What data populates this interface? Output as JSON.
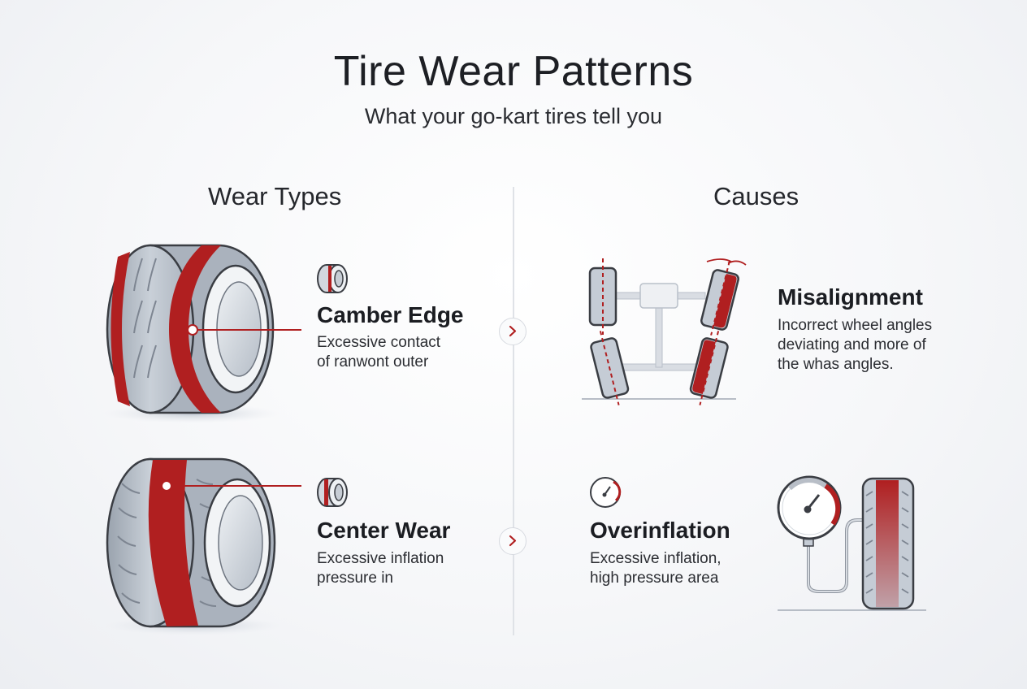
{
  "header": {
    "title": "Tire Wear Patterns",
    "subtitle": "What your go-kart tires tell you"
  },
  "columns": {
    "left_heading": "Wear Types",
    "right_heading": "Causes"
  },
  "wear_types": [
    {
      "title": "Camber Edge",
      "description": "Excessive contact\nof ranwont outer",
      "icon": "tire-edge-wear-icon"
    },
    {
      "title": "Center Wear",
      "description": "Excessive inflation\npressure in",
      "icon": "tire-center-wear-icon"
    }
  ],
  "causes": [
    {
      "title": "Misalignment",
      "description": "Incorrect wheel angles\ndeviating and more of\nthe whas angles.",
      "icon": "axle-alignment-icon"
    },
    {
      "title": "Overinflation",
      "description": "Excessive inflation,\nhigh pressure area",
      "icon": "pressure-gauge-icon"
    }
  ],
  "colors": {
    "accent_red": "#b01f20",
    "tire_gray": "#bcc3cd",
    "outline": "#3a3d43"
  }
}
